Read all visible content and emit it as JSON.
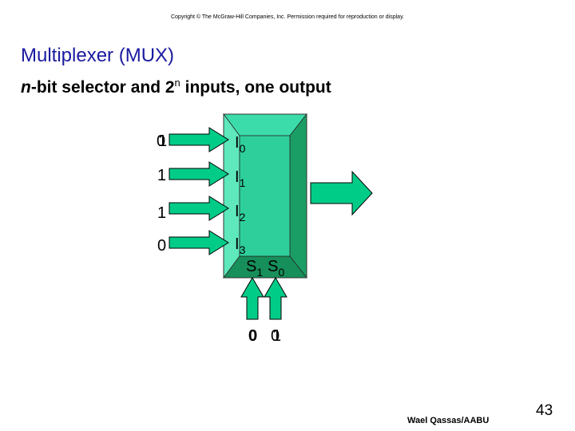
{
  "copyright": "Copyright © The McGraw-Hill Companies, Inc. Permission required for reproduction or display.",
  "title": "Multiplexer (MUX)",
  "subtitle": {
    "italic_part": "n",
    "part1": "-bit selector and 2",
    "sup": "n",
    "part2": " inputs, one output"
  },
  "mux": {
    "inputs": [
      {
        "label": "I",
        "sub": "0",
        "value": "1",
        "overlay_value": "0"
      },
      {
        "label": "I",
        "sub": "1",
        "value": "1"
      },
      {
        "label": "I",
        "sub": "2",
        "value": "1"
      },
      {
        "label": "I",
        "sub": "3",
        "value": "0"
      }
    ],
    "selects": [
      {
        "label": "S",
        "sub": "1",
        "value": "0",
        "overlay_value": "0"
      },
      {
        "label": "S",
        "sub": "0",
        "value": "1",
        "overlay_value": "0"
      }
    ],
    "colors": {
      "body": "#2ecf9a",
      "top_face": "#3bdcaa",
      "left_face": "#5ee8bc",
      "right_face": "#1a9e66",
      "bottom_face": "#168f5b",
      "arrow": "#00cc88",
      "arrow_stroke": "#000000"
    }
  },
  "footer": {
    "author": "Wael Qassas/AABU",
    "page": "43"
  }
}
